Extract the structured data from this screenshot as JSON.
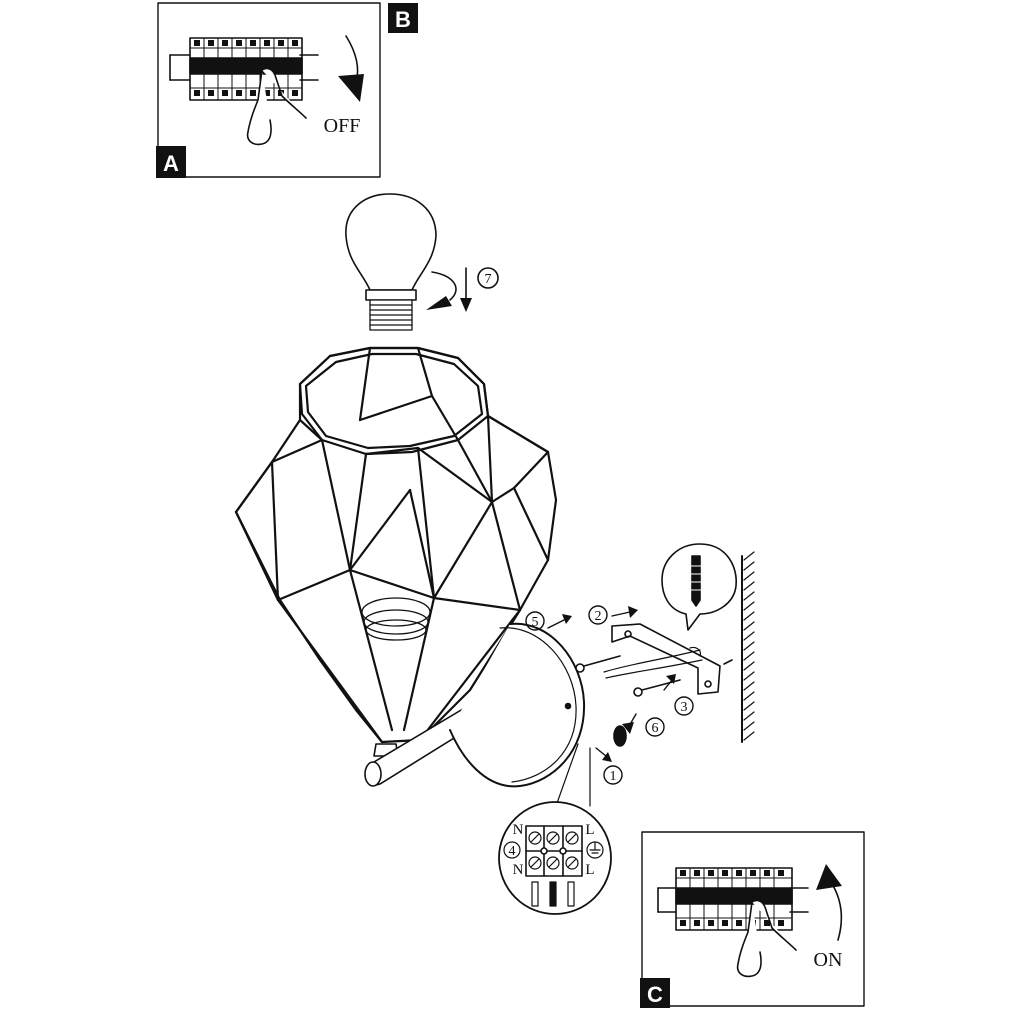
{
  "panels": {
    "a": {
      "label": "A",
      "caption": "OFF"
    },
    "b": {
      "label": "B"
    },
    "c": {
      "label": "C",
      "caption": "ON"
    }
  },
  "steps": [
    "1",
    "2",
    "3",
    "4",
    "5",
    "6",
    "7"
  ],
  "terminal": {
    "n_top": "N",
    "n_bottom": "N",
    "l_top": "L",
    "l_bottom": "L"
  },
  "colors": {
    "ink": "#111111",
    "paper": "#ffffff"
  }
}
